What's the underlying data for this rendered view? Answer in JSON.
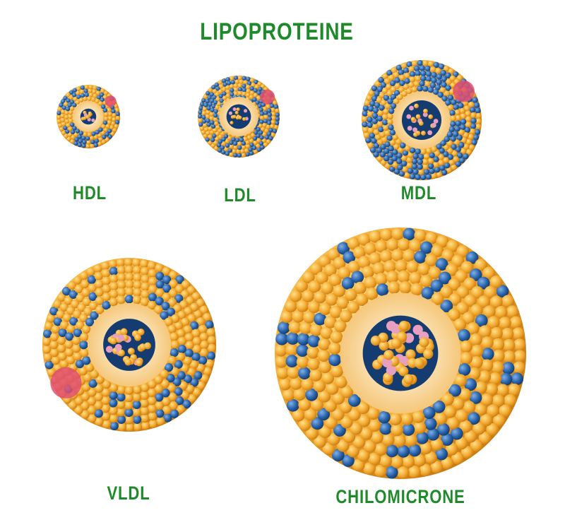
{
  "title": "LIPOPROTEINE",
  "particles": [
    {
      "id": "hdl",
      "label": "HDL"
    },
    {
      "id": "ldl",
      "label": "LDL"
    },
    {
      "id": "mdl",
      "label": "MDL"
    },
    {
      "id": "vldl",
      "label": "VLDL"
    },
    {
      "id": "chilomicrone",
      "label": "CHILOMICRONE"
    }
  ],
  "colors": {
    "title": "#1f8a2a",
    "shell": "#f2a930",
    "protein": "#2a63a8",
    "core": "#143c70",
    "apo": "#e05070"
  }
}
